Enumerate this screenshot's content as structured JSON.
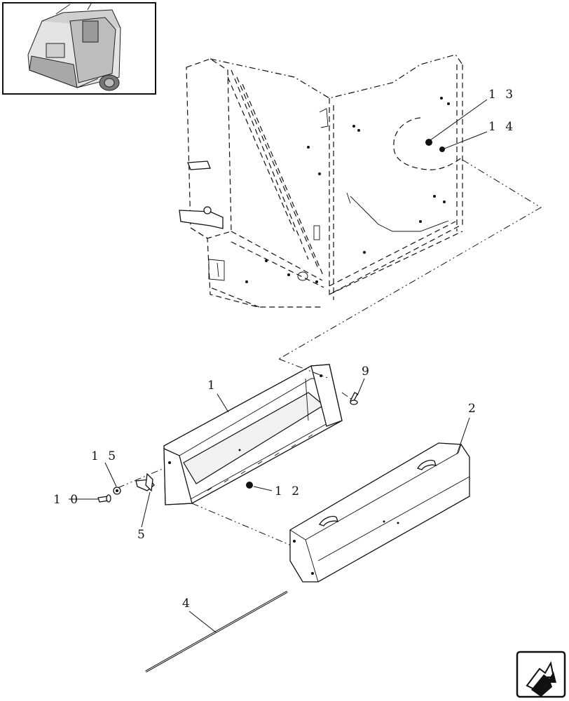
{
  "callouts": {
    "c1": "1",
    "c2": "2",
    "c4": "4",
    "c5": "5",
    "c9": "9",
    "c10": "1 0",
    "c12": "1 2",
    "c13": "1 3",
    "c14": "1 4",
    "c15": "1 5"
  },
  "icons": {
    "thumbnail": "machine-thumbnail-icon",
    "navigate": "next-page-arrow-icon"
  }
}
